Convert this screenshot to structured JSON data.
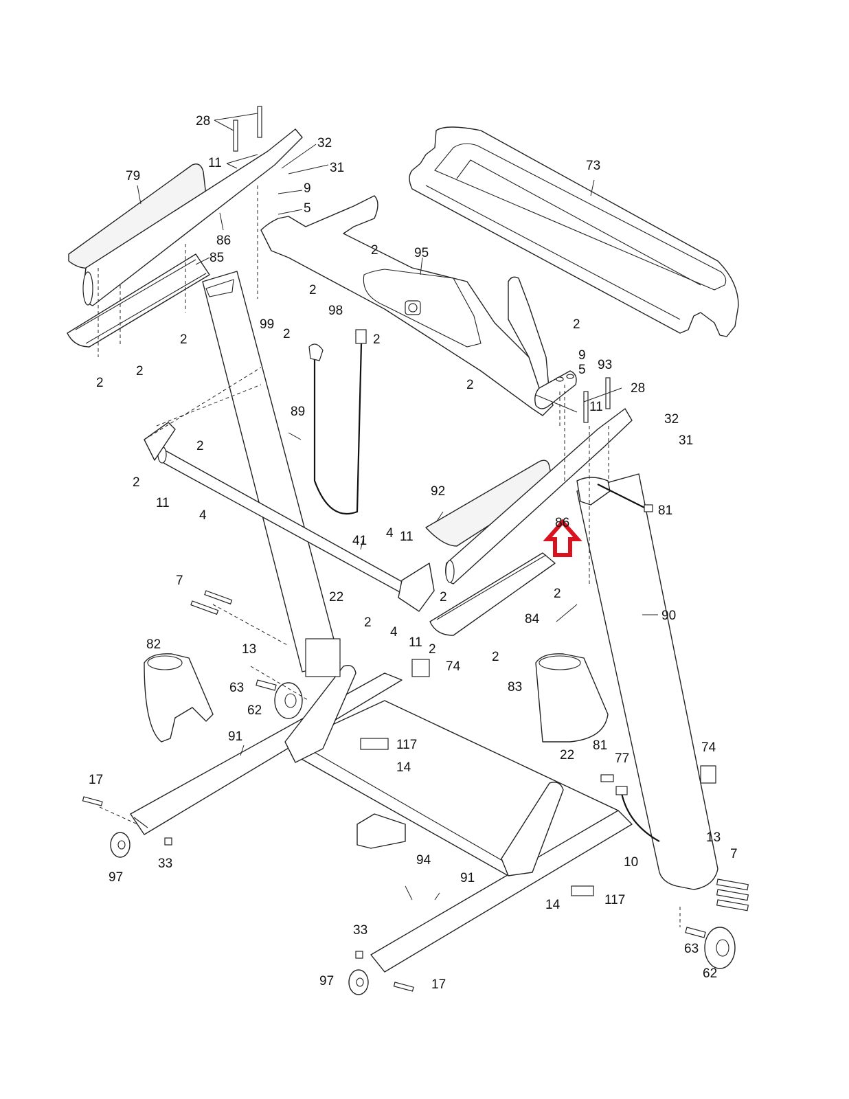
{
  "diagram": {
    "type": "exploded-parts-diagram",
    "subject": "treadmill upright and frame assembly",
    "highlight": {
      "part": "86",
      "indicator": "arrow-up",
      "color": "#d8121e"
    },
    "callouts": [
      {
        "id": "c28a",
        "text": "28"
      },
      {
        "id": "c11a",
        "text": "11"
      },
      {
        "id": "c32a",
        "text": "32"
      },
      {
        "id": "c31a",
        "text": "31"
      },
      {
        "id": "c79",
        "text": "79"
      },
      {
        "id": "c9a",
        "text": "9"
      },
      {
        "id": "c5a",
        "text": "5"
      },
      {
        "id": "c86a",
        "text": "86"
      },
      {
        "id": "c85",
        "text": "85"
      },
      {
        "id": "c2a",
        "text": "2"
      },
      {
        "id": "c73",
        "text": "73"
      },
      {
        "id": "c95",
        "text": "95"
      },
      {
        "id": "c2b",
        "text": "2"
      },
      {
        "id": "c99",
        "text": "99"
      },
      {
        "id": "c2c",
        "text": "2"
      },
      {
        "id": "c98",
        "text": "98"
      },
      {
        "id": "c2d",
        "text": "2"
      },
      {
        "id": "c2e",
        "text": "2"
      },
      {
        "id": "c2f",
        "text": "2"
      },
      {
        "id": "c2g",
        "text": "2"
      },
      {
        "id": "c2h",
        "text": "2"
      },
      {
        "id": "c9b",
        "text": "9"
      },
      {
        "id": "c5b",
        "text": "5"
      },
      {
        "id": "c93",
        "text": "93"
      },
      {
        "id": "c28b",
        "text": "28"
      },
      {
        "id": "c11b",
        "text": "11"
      },
      {
        "id": "c32b",
        "text": "32"
      },
      {
        "id": "c31b",
        "text": "31"
      },
      {
        "id": "c2i",
        "text": "2"
      },
      {
        "id": "c89",
        "text": "89"
      },
      {
        "id": "c2j",
        "text": "2"
      },
      {
        "id": "c2k",
        "text": "2"
      },
      {
        "id": "c11c",
        "text": "11"
      },
      {
        "id": "c4a",
        "text": "4"
      },
      {
        "id": "c92",
        "text": "92"
      },
      {
        "id": "c81a",
        "text": "81"
      },
      {
        "id": "c86b",
        "text": "86"
      },
      {
        "id": "c4b",
        "text": "4"
      },
      {
        "id": "c11d",
        "text": "11"
      },
      {
        "id": "c41",
        "text": "41"
      },
      {
        "id": "c7a",
        "text": "7"
      },
      {
        "id": "c22a",
        "text": "22"
      },
      {
        "id": "c2l",
        "text": "2"
      },
      {
        "id": "c2m",
        "text": "2"
      },
      {
        "id": "c84",
        "text": "84"
      },
      {
        "id": "c90",
        "text": "90"
      },
      {
        "id": "c2n",
        "text": "2"
      },
      {
        "id": "c4c",
        "text": "4"
      },
      {
        "id": "c11e",
        "text": "11"
      },
      {
        "id": "c13a",
        "text": "13"
      },
      {
        "id": "c2o",
        "text": "2"
      },
      {
        "id": "c2p",
        "text": "2"
      },
      {
        "id": "c82",
        "text": "82"
      },
      {
        "id": "c74a",
        "text": "74"
      },
      {
        "id": "c83",
        "text": "83"
      },
      {
        "id": "c63a",
        "text": "63"
      },
      {
        "id": "c62a",
        "text": "62"
      },
      {
        "id": "c91a",
        "text": "91"
      },
      {
        "id": "c117a",
        "text": "117"
      },
      {
        "id": "c14a",
        "text": "14"
      },
      {
        "id": "c81b",
        "text": "81"
      },
      {
        "id": "c77",
        "text": "77"
      },
      {
        "id": "c74b",
        "text": "74"
      },
      {
        "id": "c22b",
        "text": "22"
      },
      {
        "id": "c17a",
        "text": "17"
      },
      {
        "id": "c13b",
        "text": "13"
      },
      {
        "id": "c7b",
        "text": "7"
      },
      {
        "id": "c10",
        "text": "10"
      },
      {
        "id": "c97a",
        "text": "97"
      },
      {
        "id": "c33a",
        "text": "33"
      },
      {
        "id": "c94",
        "text": "94"
      },
      {
        "id": "c91b",
        "text": "91"
      },
      {
        "id": "c117b",
        "text": "117"
      },
      {
        "id": "c14b",
        "text": "14"
      },
      {
        "id": "c33b",
        "text": "33"
      },
      {
        "id": "c63b",
        "text": "63"
      },
      {
        "id": "c62b",
        "text": "62"
      },
      {
        "id": "c97b",
        "text": "97"
      },
      {
        "id": "c17b",
        "text": "17"
      }
    ]
  }
}
